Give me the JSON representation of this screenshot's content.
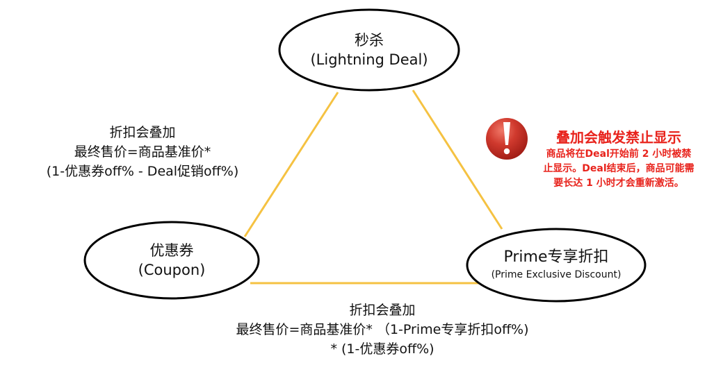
{
  "nodes": {
    "lightning_deal": {
      "zh": "秒杀",
      "en": "(Lightning Deal)"
    },
    "coupon": {
      "zh": "优惠券",
      "en": "(Coupon)"
    },
    "prime": {
      "zh": "Prime专享折扣",
      "en": "(Prime Exclusive Discount)"
    }
  },
  "edges": {
    "deal_coupon": {
      "line1": "折扣会叠加",
      "line2": "最终售价=商品基准价*",
      "line3": "(1-优惠券off% - Deal促销off%)"
    },
    "coupon_prime": {
      "line1": "折扣会叠加",
      "line2": "最终售价=商品基准价* （1-Prime专享折扣off%)",
      "line3": "* (1-优惠券off%)"
    }
  },
  "warning": {
    "icon": "exclamation-icon",
    "title": "叠加会触发禁止显示",
    "body_line1": "商品将在Deal开始前 2 小时被禁",
    "body_line2": "止显示。Deal结束后，商品可能需",
    "body_line3": "要长达 1 小时才会重新激活。"
  },
  "colors": {
    "edge": "#f5c242",
    "warning": "#e8231c",
    "icon": "#c9302c"
  }
}
